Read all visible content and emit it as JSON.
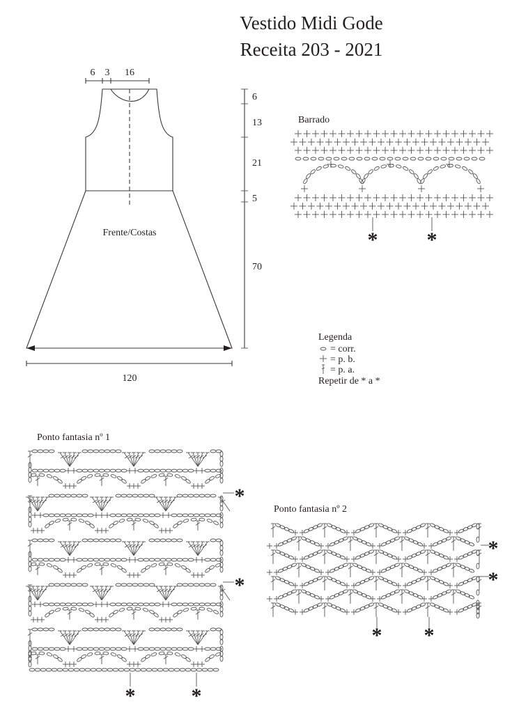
{
  "title": {
    "line1": "Vestido Midi Gode",
    "line2": "Receita  203 - 2021"
  },
  "schematic": {
    "label": "Frente/Costas",
    "top_dims": [
      "6",
      "3",
      "16"
    ],
    "side_dims": [
      "6",
      "13",
      "21",
      "5",
      "70"
    ],
    "bottom_dim": "120"
  },
  "barrado": {
    "label": "Barrado"
  },
  "legend": {
    "title": "Legenda",
    "items": [
      {
        "symbol": "chain-oval",
        "text": "= corr."
      },
      {
        "symbol": "plus",
        "text": "= p. b."
      },
      {
        "symbol": "double-crochet",
        "text": "= p. a."
      }
    ],
    "repeat": "Repetir de * a *"
  },
  "ponto1": {
    "label": "Ponto fantasia nº 1"
  },
  "ponto2": {
    "label": "Ponto fantasia nº 2"
  },
  "asterisk": "*"
}
